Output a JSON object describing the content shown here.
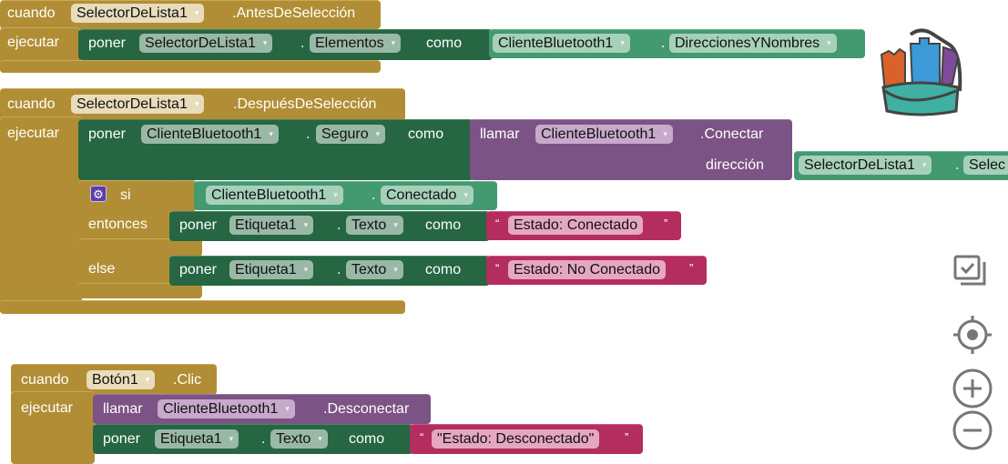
{
  "common": {
    "cuando": "cuando",
    "ejecutar": "ejecutar",
    "poner": "poner",
    "como": "como",
    "llamar": "llamar",
    "dot": ".",
    "arrow": "▾",
    "qopen": "“",
    "qclose": "”"
  },
  "block1": {
    "component": "SelectorDeLista1",
    "event": ".AntesDeSelección",
    "set": {
      "component": "SelectorDeLista1",
      "property": "Elementos"
    },
    "value": {
      "component": "ClienteBluetooth1",
      "property": "DireccionesYNombres"
    }
  },
  "block2": {
    "component": "SelectorDeLista1",
    "event": ".DespuésDeSelección",
    "set": {
      "component": "ClienteBluetooth1",
      "property": "Seguro"
    },
    "call": {
      "component": "ClienteBluetooth1",
      "method": ".Conectar",
      "arg_label": "dirección",
      "arg": {
        "component": "SelectorDeLista1",
        "property": "Selec"
      }
    },
    "if": {
      "si": "si",
      "entonces": "entonces",
      "else": "else",
      "cond": {
        "component": "ClienteBluetooth1",
        "property": "Conectado"
      },
      "then": {
        "component": "Etiqueta1",
        "property": "Texto",
        "text": "Estado: Conectado"
      },
      "otherwise": {
        "component": "Etiqueta1",
        "property": "Texto",
        "text": "Estado: No Conectado"
      }
    }
  },
  "block3": {
    "component": "Botón1",
    "event": ".Clic",
    "call": {
      "component": "ClienteBluetooth1",
      "method": ".Desconectar"
    },
    "set": {
      "component": "Etiqueta1",
      "property": "Texto",
      "text": "\"Estado: Desconectado\""
    }
  },
  "colors": {
    "event": "#b18e35",
    "setter": "#266643",
    "getter": "#439970",
    "procedure": "#7c5385",
    "text": "#b32d5e"
  }
}
